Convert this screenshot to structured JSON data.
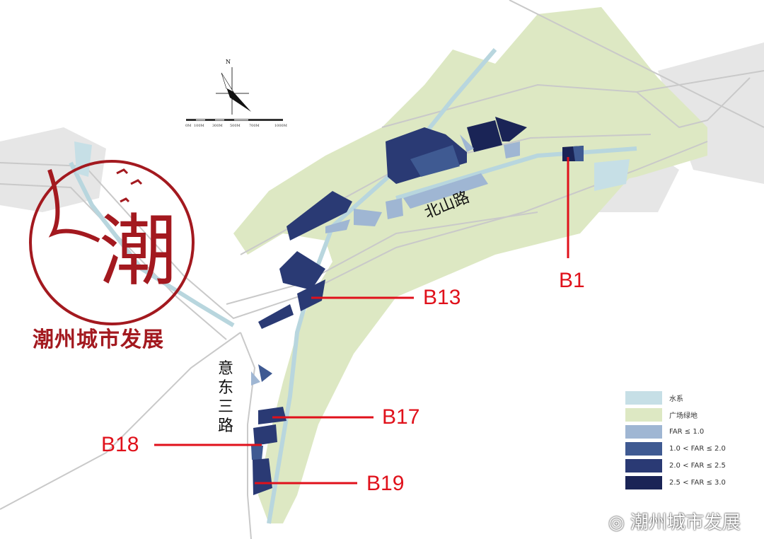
{
  "map": {
    "north_label": "N",
    "scale_labels": [
      "0M",
      "100M",
      "300M",
      "500M",
      "700M",
      "1000M"
    ],
    "road_labels": {
      "beishan": "北山路",
      "yidong": "意东三路"
    },
    "plot_labels": [
      "B1",
      "B13",
      "B17",
      "B18",
      "B19"
    ],
    "colors": {
      "water": "#c6dfe6",
      "green": "#dde8c3",
      "far1": "#9fb6d3",
      "far2": "#3f5a92",
      "far25": "#2a3a74",
      "far3": "#1a2456",
      "label": "#e0111b"
    }
  },
  "legend": {
    "items": [
      {
        "label": "水系",
        "color": "#c6dfe6"
      },
      {
        "label": "广场绿地",
        "color": "#dde8c3"
      },
      {
        "label": "FAR ≤ 1.0",
        "color": "#9fb6d3"
      },
      {
        "label": "1.0 < FAR ≤ 2.0",
        "color": "#3f5a92"
      },
      {
        "label": "2.0 < FAR ≤ 2.5",
        "color": "#2a3a74"
      },
      {
        "label": "2.5 < FAR ≤ 3.0",
        "color": "#1a2456"
      }
    ]
  },
  "logo": {
    "glyph": "潮",
    "text": "潮州城市发展"
  },
  "watermark": {
    "text": "潮州城市发展"
  }
}
